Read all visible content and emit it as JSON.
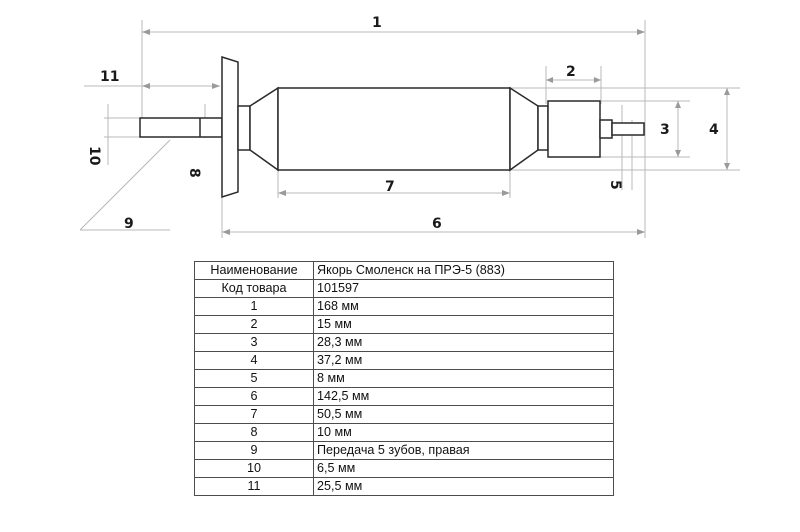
{
  "diagram": {
    "dimension_labels": [
      "1",
      "2",
      "3",
      "4",
      "5",
      "6",
      "7",
      "8",
      "9",
      "10",
      "11"
    ]
  },
  "table": {
    "header": {
      "key": "Наименование",
      "value": "Якорь Смоленск на ПРЭ-5 (883)"
    },
    "code": {
      "key": "Код товара",
      "value": "101597"
    },
    "rows": [
      {
        "key": "1",
        "value": "168 мм"
      },
      {
        "key": "2",
        "value": "15 мм"
      },
      {
        "key": "3",
        "value": "28,3 мм"
      },
      {
        "key": "4",
        "value": "37,2 мм"
      },
      {
        "key": "5",
        "value": "8 мм"
      },
      {
        "key": "6",
        "value": "142,5 мм"
      },
      {
        "key": "7",
        "value": "50,5 мм"
      },
      {
        "key": "8",
        "value": "10 мм"
      },
      {
        "key": "9",
        "value": "Передача 5 зубов, правая"
      },
      {
        "key": "10",
        "value": "6,5 мм"
      },
      {
        "key": "11",
        "value": "25,5 мм"
      }
    ]
  }
}
